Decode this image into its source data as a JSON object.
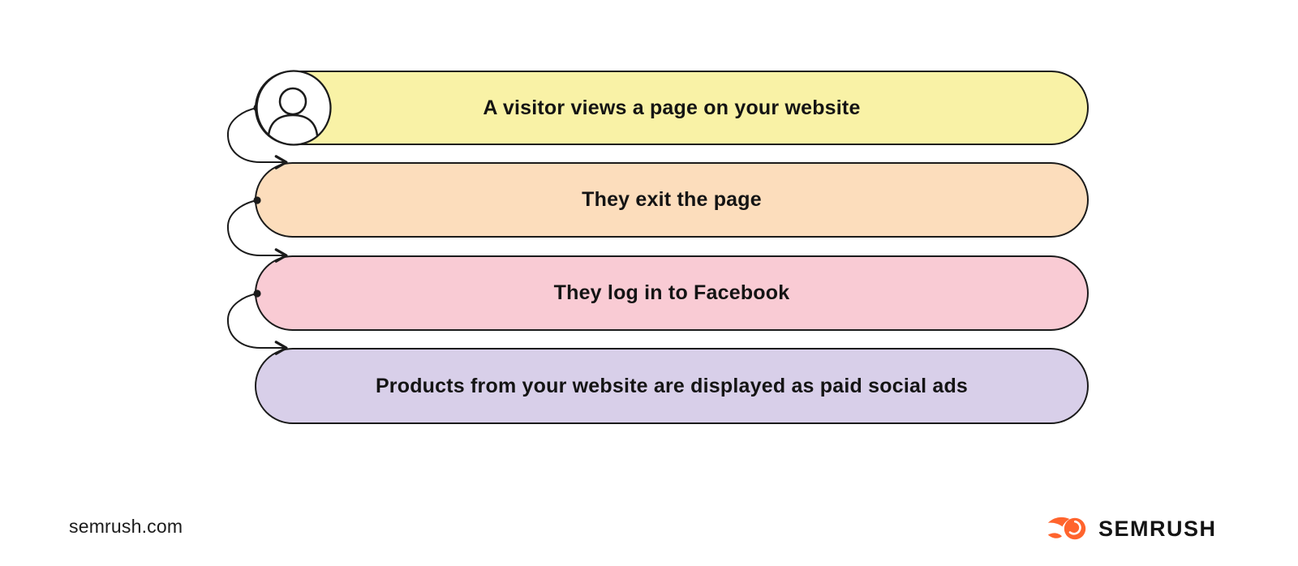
{
  "diagram": {
    "title_implied": "Facebook retargeting flow",
    "steps": [
      {
        "label": "A visitor views a page on your website",
        "fill": "#F9F2A6"
      },
      {
        "label": "They exit the page",
        "fill": "#FCDDBC"
      },
      {
        "label": "They log in to Facebook",
        "fill": "#F9CBD4"
      },
      {
        "label": "Products from your website are displayed as paid social ads",
        "fill": "#D8CFE9"
      }
    ],
    "icons": {
      "visitor": "person-icon",
      "connector": "curved-arrow-icon"
    },
    "stroke_color": "#1B1B1B"
  },
  "footer": {
    "site_label": "semrush.com",
    "brand_name": "SEMRUSH",
    "brand_icon": "semrush-flame-icon",
    "brand_color": "#FF642D",
    "text_color": "#141414"
  },
  "colors": {
    "background": "#FFFFFF"
  }
}
